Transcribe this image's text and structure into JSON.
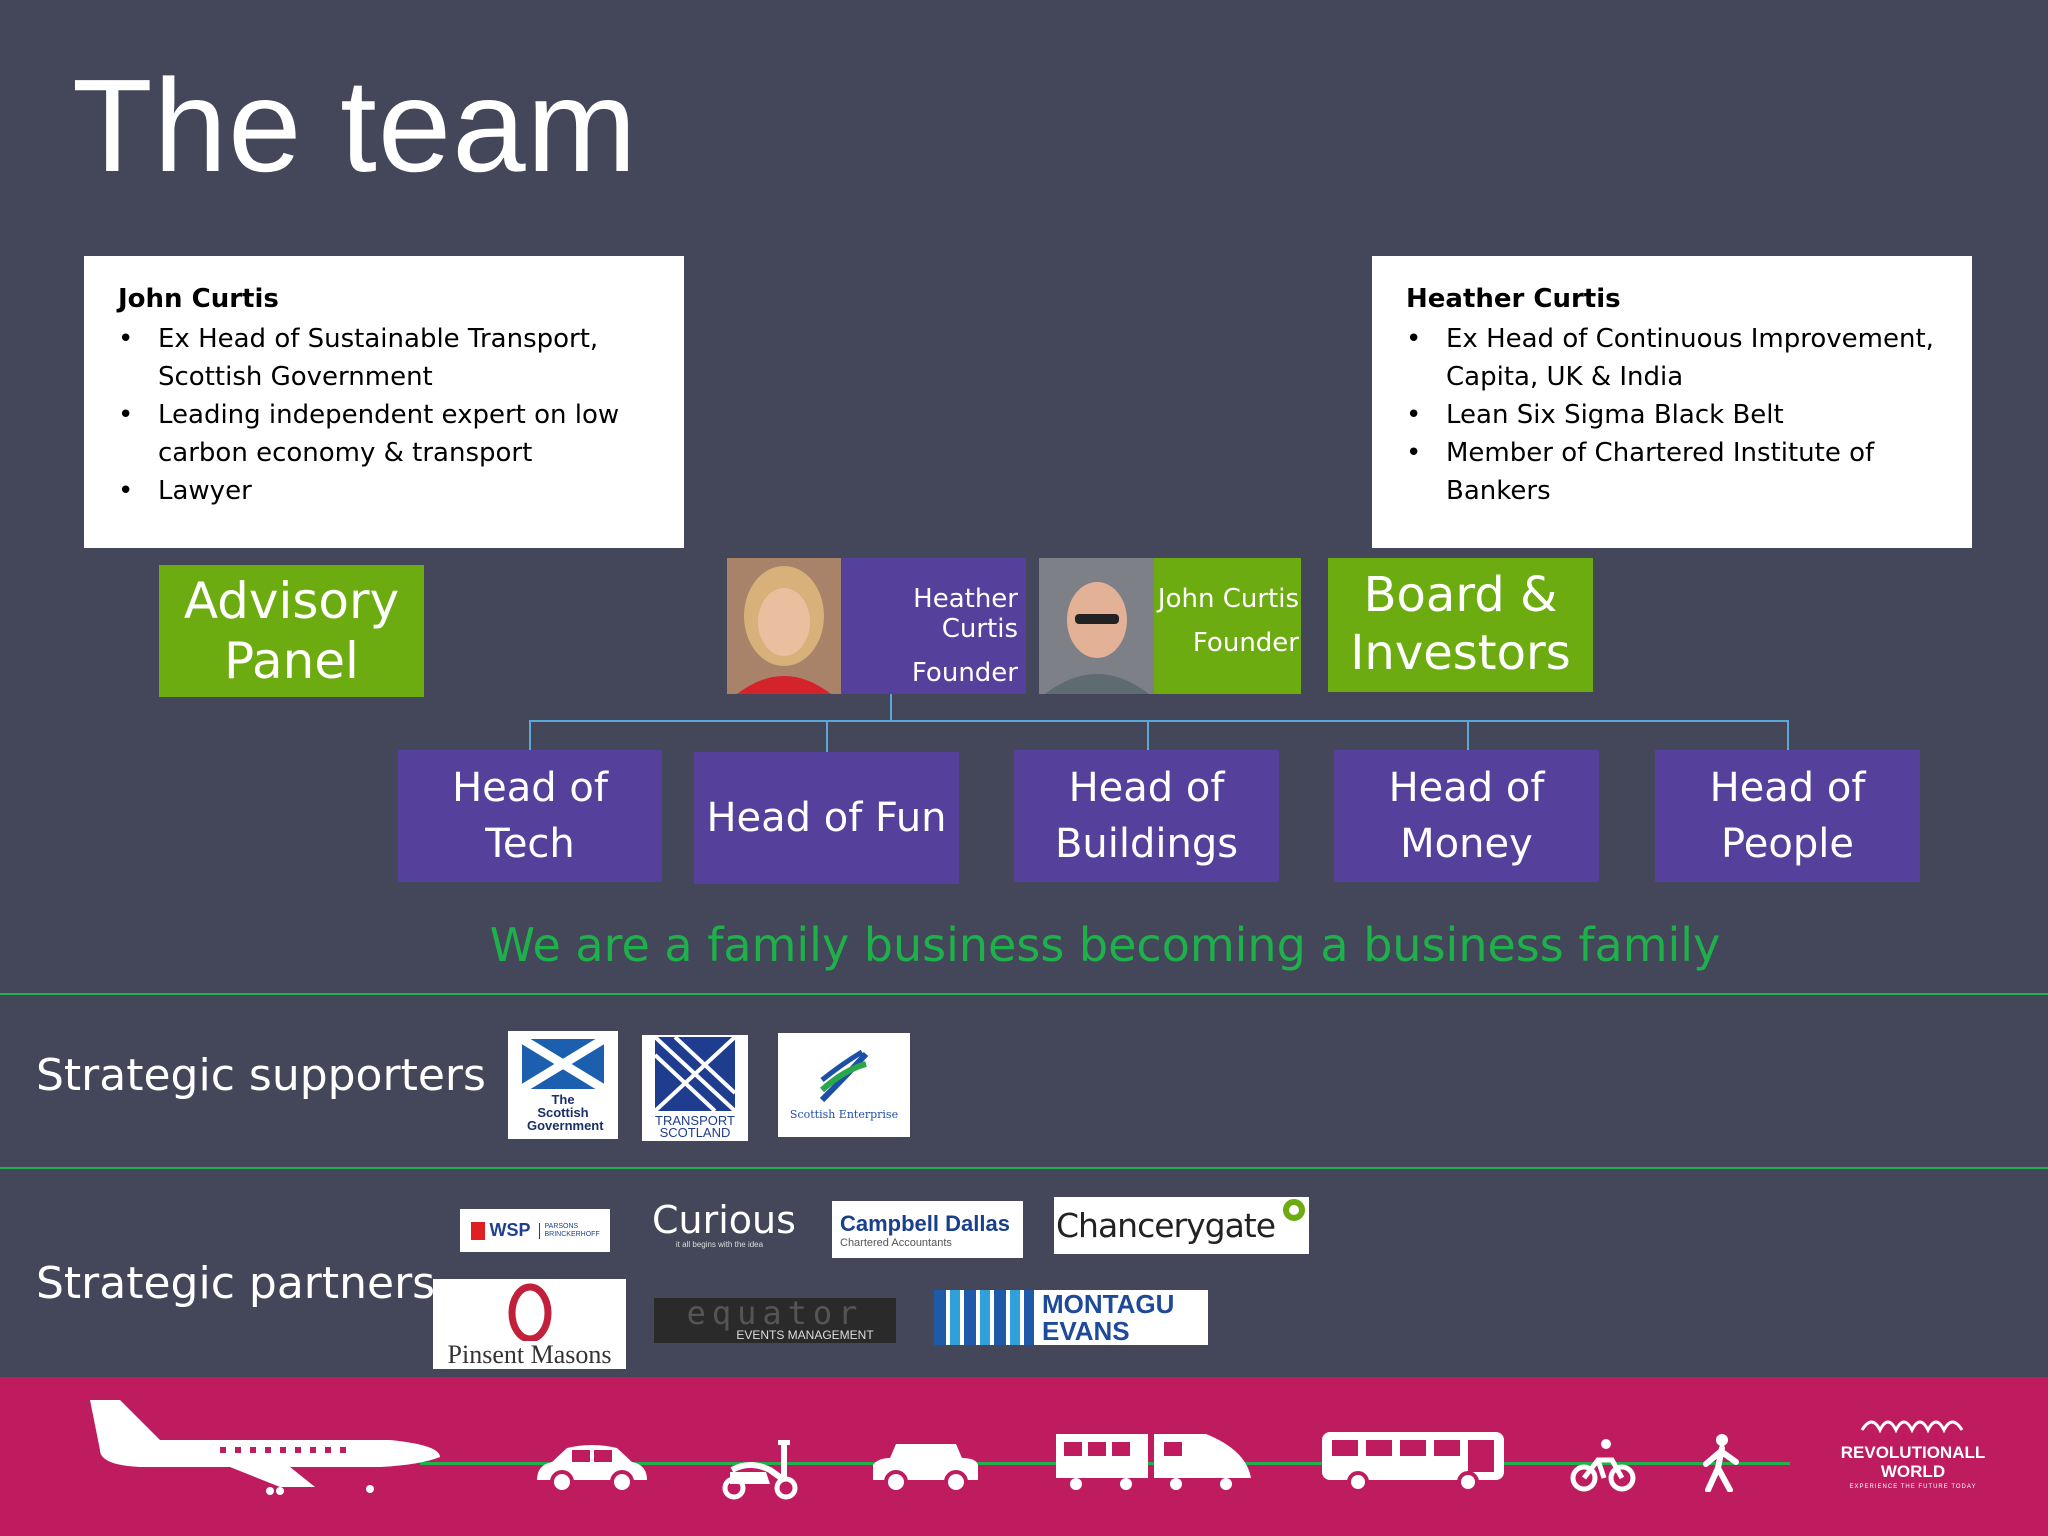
{
  "slide": {
    "title": "The team"
  },
  "bio_left": {
    "name": "John Curtis",
    "points": [
      "Ex Head of Sustainable Transport, Scottish Government",
      "Leading independent expert on low carbon economy & transport",
      "Lawyer"
    ]
  },
  "bio_right": {
    "name": "Heather Curtis",
    "points": [
      "Ex Head of Continuous Improvement, Capita, UK & India",
      "Lean Six Sigma Black Belt",
      "Member of Chartered Institute of Bankers"
    ]
  },
  "advisory": {
    "label": "Advisory Panel"
  },
  "board": {
    "label": "Board & Investors"
  },
  "founders": [
    {
      "name": "Heather Curtis",
      "role": "Founder"
    },
    {
      "name": "John Curtis",
      "role": "Founder"
    }
  ],
  "heads": [
    "Head of\nTech",
    "Head of Fun",
    "Head of\nBuildings",
    "Head of\nMoney",
    "Head of\nPeople"
  ],
  "slogan": "We are a family business becoming a business family",
  "supporters": {
    "label": "Strategic supporters",
    "logos": [
      "The Scottish Government",
      "TRANSPORT SCOTLAND",
      "Scottish Enterprise"
    ]
  },
  "partners": {
    "label": "Strategic partners",
    "logos": {
      "wsp": "WSP",
      "wsp_sub": "PARSONS BRINCKERHOFF",
      "curious": "Curious",
      "curious_sub": "it all begins with the idea",
      "campbell": "Campbell Dallas",
      "campbell_sub": "Chartered Accountants",
      "chancerygate": "Chancerygate",
      "pinsent": "Pinsent Masons",
      "equator": "equator",
      "equator_sub": "EVENTS MANAGEMENT",
      "montagu_1": "MONTAGU",
      "montagu_2": "EVANS"
    }
  },
  "footer": {
    "brand_1": "REVOLUTIONALL",
    "brand_2": "WORLD",
    "brand_tag": "EXPERIENCE THE FUTURE TODAY",
    "colors": {
      "band": "#be1c5f",
      "line": "#21b04b"
    },
    "icons": [
      "plane-icon",
      "car-icon",
      "scooter-icon",
      "taxi-icon",
      "train-icon",
      "bus-icon",
      "bicycle-icon",
      "pedestrian-icon"
    ]
  }
}
